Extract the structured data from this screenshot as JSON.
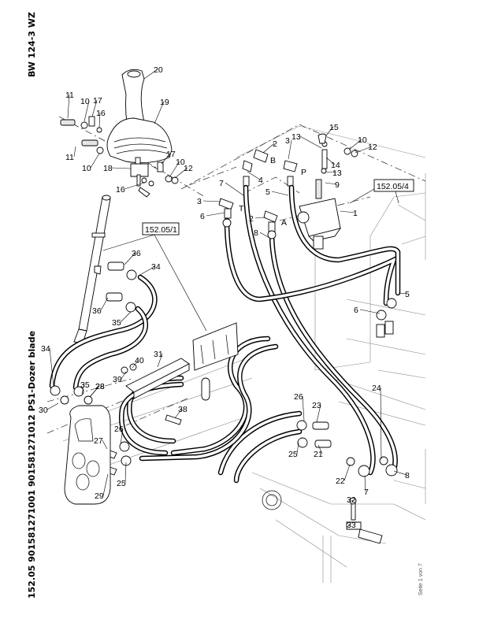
{
  "document": {
    "model_code": "BW 124-3 WZ",
    "section_title": "152.05 901581271001 901581271012 PS1-Dozer blade",
    "page_note": "Seite 1 von 7"
  },
  "references": [
    {
      "id": "ref-152-05-1",
      "text": "152.05/1"
    },
    {
      "id": "ref-152-05-4",
      "text": "152.05/4"
    }
  ],
  "port_letters": [
    {
      "id": "port-b",
      "text": "B"
    },
    {
      "id": "port-p",
      "text": "P"
    },
    {
      "id": "port-t",
      "text": "T"
    },
    {
      "id": "port-a",
      "text": "A"
    }
  ],
  "callouts": [
    {
      "n": "20",
      "part": "control-lever-grip"
    },
    {
      "n": "19",
      "part": "rubber-boot"
    },
    {
      "n": "11",
      "part": "bolt-upper"
    },
    {
      "n": "10",
      "part": "washer-upper-left"
    },
    {
      "n": "17",
      "part": "ball-joint-upper"
    },
    {
      "n": "16",
      "part": "nut-upper"
    },
    {
      "n": "11",
      "part": "bolt-lower"
    },
    {
      "n": "10",
      "part": "washer-lower-left"
    },
    {
      "n": "18",
      "part": "lever-bracket"
    },
    {
      "n": "17",
      "part": "ball-joint-right"
    },
    {
      "n": "10",
      "part": "washer-right"
    },
    {
      "n": "12",
      "part": "nut-right"
    },
    {
      "n": "16",
      "part": "nut-lower"
    },
    {
      "n": "15",
      "part": "banjo-fitting"
    },
    {
      "n": "13",
      "part": "seal-upper"
    },
    {
      "n": "3",
      "part": "tee-fitting-upper"
    },
    {
      "n": "2",
      "part": "elbow-fitting-b"
    },
    {
      "n": "10",
      "part": "washer-valve"
    },
    {
      "n": "12",
      "part": "nut-valve"
    },
    {
      "n": "4",
      "part": "elbow-fitting"
    },
    {
      "n": "14",
      "part": "threaded-rod"
    },
    {
      "n": "13",
      "part": "seal-lower"
    },
    {
      "n": "7",
      "part": "hose-7-upper"
    },
    {
      "n": "9",
      "part": "valve-screw"
    },
    {
      "n": "5",
      "part": "hose-5-upper"
    },
    {
      "n": "3",
      "part": "tee-fitting-left"
    },
    {
      "n": "6",
      "part": "hose-6-upper"
    },
    {
      "n": "2",
      "part": "elbow-fitting-a"
    },
    {
      "n": "1",
      "part": "control-valve"
    },
    {
      "n": "8",
      "part": "hose-8-upper"
    },
    {
      "n": "36",
      "part": "adapter-upper"
    },
    {
      "n": "34",
      "part": "hose-34-upper"
    },
    {
      "n": "36",
      "part": "adapter-lower"
    },
    {
      "n": "35",
      "part": "hose-35-upper"
    },
    {
      "n": "5",
      "part": "hose-5-lower"
    },
    {
      "n": "6",
      "part": "hose-6-lower"
    },
    {
      "n": "31",
      "part": "hose-guard"
    },
    {
      "n": "40",
      "part": "nut-40"
    },
    {
      "n": "39",
      "part": "washer-39"
    },
    {
      "n": "34",
      "part": "hose-34-lower"
    },
    {
      "n": "35",
      "part": "hose-35-lower"
    },
    {
      "n": "28",
      "part": "seal-28"
    },
    {
      "n": "30",
      "part": "seal-30"
    },
    {
      "n": "38",
      "part": "screw-38"
    },
    {
      "n": "26",
      "part": "hose-26-right"
    },
    {
      "n": "23",
      "part": "adapter-23"
    },
    {
      "n": "27",
      "part": "elbow-27"
    },
    {
      "n": "26",
      "part": "hose-26-left"
    },
    {
      "n": "25",
      "part": "hose-25-right"
    },
    {
      "n": "21",
      "part": "adapter-21"
    },
    {
      "n": "24",
      "part": "seal-24"
    },
    {
      "n": "28",
      "part": "seal-28-lower"
    },
    {
      "n": "25",
      "part": "hose-25-left"
    },
    {
      "n": "29",
      "part": "elbow-29"
    },
    {
      "n": "22",
      "part": "seal-22"
    },
    {
      "n": "7",
      "part": "hose-7-lower"
    },
    {
      "n": "8",
      "part": "hose-8-lower"
    },
    {
      "n": "32",
      "part": "screw-32"
    },
    {
      "n": "33",
      "part": "clamp-33"
    }
  ]
}
